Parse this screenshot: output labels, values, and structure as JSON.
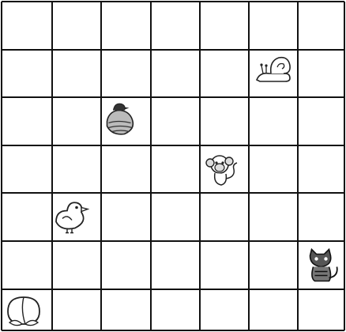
{
  "board": {
    "columns": 7,
    "rows": 7,
    "line_color": "#111111",
    "background": "#ffffff"
  },
  "pieces": [
    {
      "id": "snail",
      "icon": "snail-icon",
      "col": 6,
      "row": 2
    },
    {
      "id": "bird-on-nest",
      "icon": "bird-on-nest-icon",
      "col": 3,
      "row": 3
    },
    {
      "id": "monkey",
      "icon": "monkey-icon",
      "col": 5,
      "row": 4
    },
    {
      "id": "chick",
      "icon": "chick-icon",
      "col": 2,
      "row": 5
    },
    {
      "id": "cat",
      "icon": "cat-icon",
      "col": 7,
      "row": 6
    },
    {
      "id": "peach",
      "icon": "peach-icon",
      "col": 1,
      "row": 7
    }
  ]
}
